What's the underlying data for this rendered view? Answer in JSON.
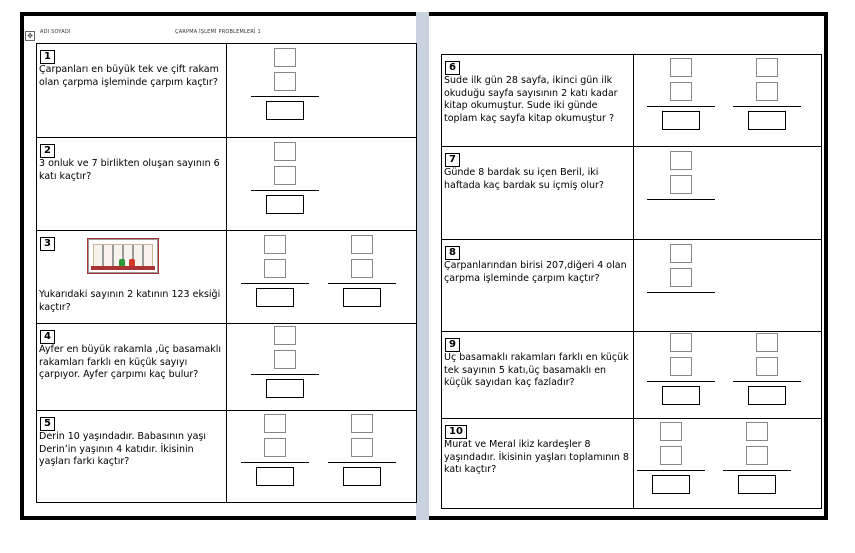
{
  "header": {
    "left_label": "ADI SOYADI",
    "center_label": "ÇARPMA İŞLEMİ PROBLEMLERİ 1"
  },
  "left_questions": [
    {
      "num": "1",
      "text": "Çarpanları en büyük tek ve çift rakam olan çarpma işleminde çarpım kaçtır?"
    },
    {
      "num": "2",
      "text": "3 onluk ve 7 birlikten oluşan sayının 6 katı kaçtır?"
    },
    {
      "num": "3",
      "text": "Yukarıdaki sayının 2 katının 123 eksiği kaçtır?"
    },
    {
      "num": "4",
      "text": "Ayfer en büyük rakamla ,üç basamaklı rakamları farklı en küçük sayıyı çarpıyor. Ayfer çarpımı kaç bulur?"
    },
    {
      "num": "5",
      "text": "Derin 10 yaşındadır. Babasının yaşı Derin’in yaşının 4 katıdır. İkisinin yaşları farkı kaçtır?"
    }
  ],
  "right_questions": [
    {
      "num": "6",
      "text": "Sude ilk gün 28 sayfa, ikinci gün ilk okuduğu sayfa sayısının 2 katı kadar kitap okumuştur. Sude iki günde toplam kaç sayfa kitap okumuştur ?"
    },
    {
      "num": "7",
      "text": "Günde 8 bardak su içen Beril, iki haftada kaç bardak su içmiş olur?"
    },
    {
      "num": "8",
      "text": "Çarpanlarından birisi 207,diğeri 4 olan çarpma işleminde çarpım kaçtır?"
    },
    {
      "num": "9",
      "text": "Üç basamaklı rakamları farklı en küçük tek sayının 5 katı,üç basamaklı en küçük sayıdan kaç fazladır?"
    },
    {
      "num": "10",
      "text": "Murat ve Meral ikiz kardeşler 8 yaşındadır. İkisinin yaşları toplamının 8 katı kaçtır?"
    }
  ],
  "icons": {
    "table_move_handle": "move-arrows-icon",
    "abacus_image": "abacus-icon"
  },
  "colors": {
    "border": "#000000",
    "gutter": "#c9d3e0",
    "abacus_frame": "#aa3333"
  }
}
